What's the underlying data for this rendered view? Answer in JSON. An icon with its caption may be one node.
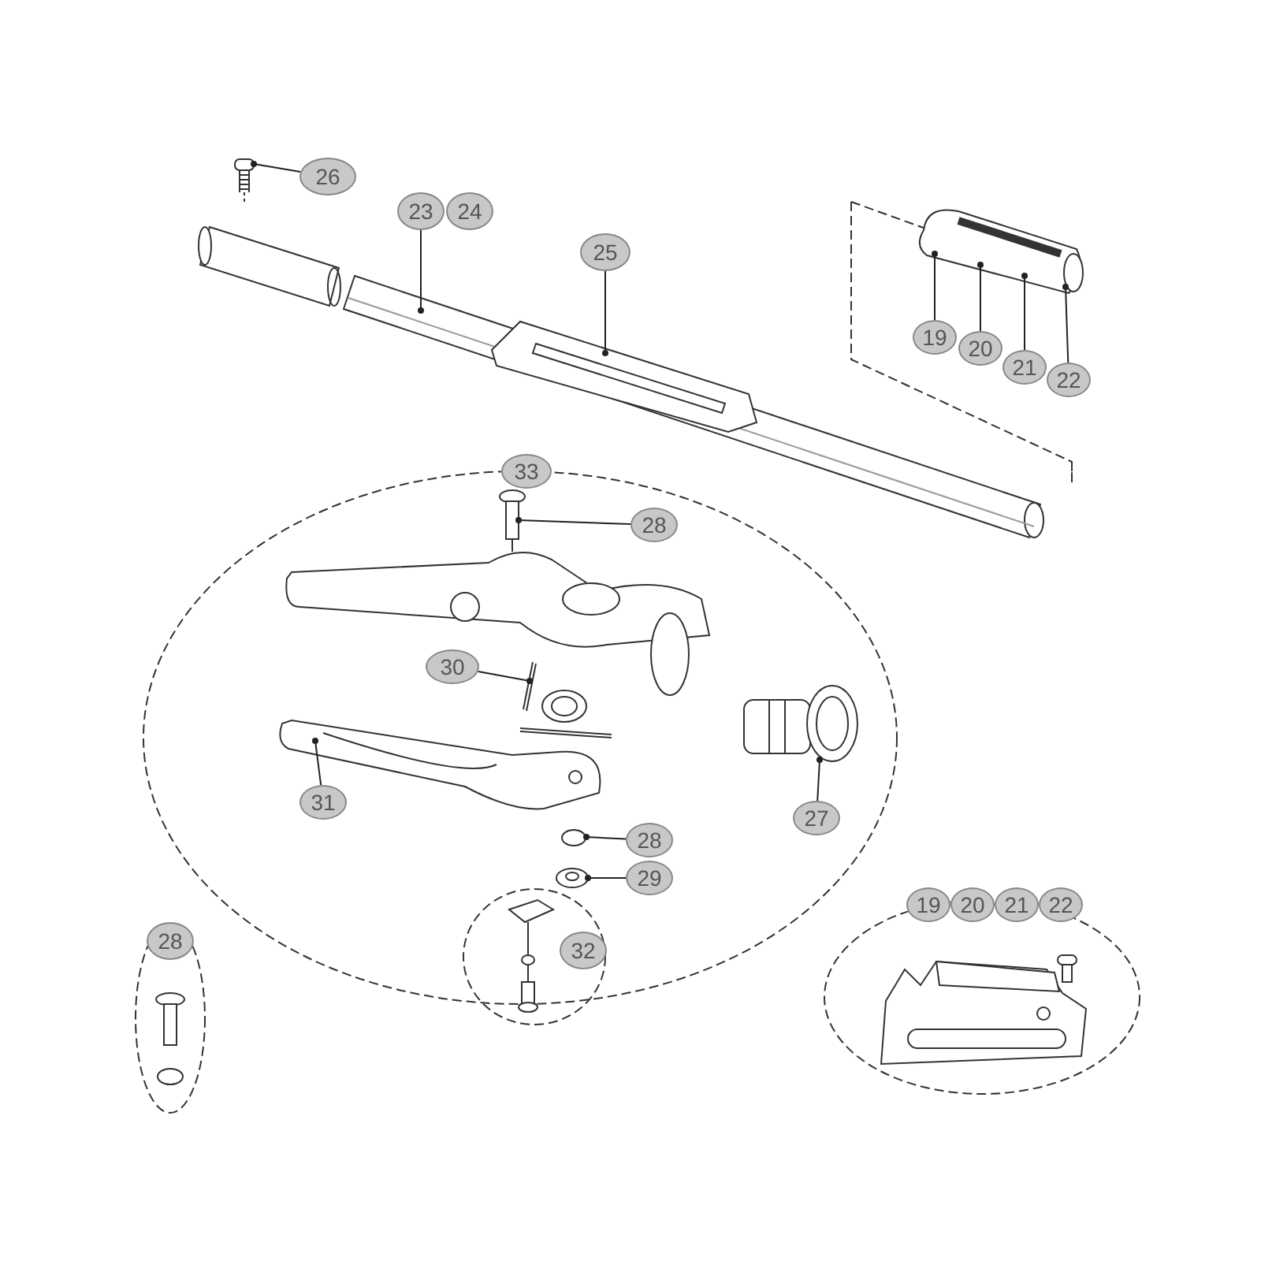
{
  "diagram": {
    "nodes": [
      {
        "text": [
          "26"
        ]
      },
      {
        "text": [],
        "shape": "picture"
      },
      {
        "text": [
          "23"
        ]
      },
      {
        "text": [],
        "shape": "picture"
      },
      {
        "text": [
          "25"
        ]
      },
      {
        "text": [],
        "shape": "picture",
        "in": 3
      },
      {
        "text": [
          "19"
        ]
      },
      {
        "text": [
          "20"
        ]
      },
      {
        "text": [
          "21"
        ]
      },
      {
        "text": [
          "22"
        ]
      },
      {
        "text": [],
        "shape": "picture"
      },
      {
        "text": [],
        "shape": "ellipse"
      },
      {
        "text": [
          "28"
        ],
        "in": 11
      },
      {
        "text": [],
        "shape": "picture",
        "in": 11
      },
      {
        "text": [
          "30"
        ],
        "in": 11
      },
      {
        "text": [],
        "shape": "picture",
        "in": 11
      },
      {
        "text": [
          "31"
        ],
        "in": 11
      },
      {
        "text": [],
        "shape": "picture",
        "in": 11
      },
      {
        "text": [
          "27"
        ],
        "in": 11
      },
      {
        "text": [],
        "shape": "picture",
        "in": 11
      },
      {
        "text": [
          "28"
        ],
        "in": 11
      },
      {
        "text": [],
        "shape": "circle",
        "in": 11
      },
      {
        "text": [
          "29"
        ],
        "in": 11
      },
      {
        "text": [],
        "shape": "picture",
        "in": 11
      },
      {
        "text": [
          "32"
        ]
      },
      {
        "text": [
          "28"
        ]
      },
      {
        "text": [
          "19",
          "20",
          "21",
          "22"
        ]
      },
      {
        "text": [
          "24"
        ]
      },
      {
        "text": [
          "33"
        ]
      }
    ],
    "edges": [
      {
        "from": 0,
        "to": 1,
        "arrow": "other"
      },
      {
        "from": 2,
        "to": 3,
        "arrow": "other"
      },
      {
        "from": 4,
        "to": 5,
        "arrow": "other"
      },
      {
        "from": 6,
        "to": 10,
        "arrow": "other"
      },
      {
        "from": 7,
        "to": 10,
        "arrow": "other"
      },
      {
        "from": 8,
        "to": 10,
        "arrow": "other"
      },
      {
        "from": 9,
        "to": 10,
        "arrow": "other"
      },
      {
        "from": 12,
        "to": 13,
        "arrow": "other"
      },
      {
        "from": 14,
        "to": 15,
        "arrow": "other"
      },
      {
        "from": 16,
        "to": 17,
        "arrow": "other"
      },
      {
        "from": 18,
        "to": 19,
        "arrow": "other"
      },
      {
        "from": 20,
        "to": 21,
        "arrow": "other"
      },
      {
        "from": 22,
        "to": 23,
        "arrow": "other"
      }
    ]
  }
}
